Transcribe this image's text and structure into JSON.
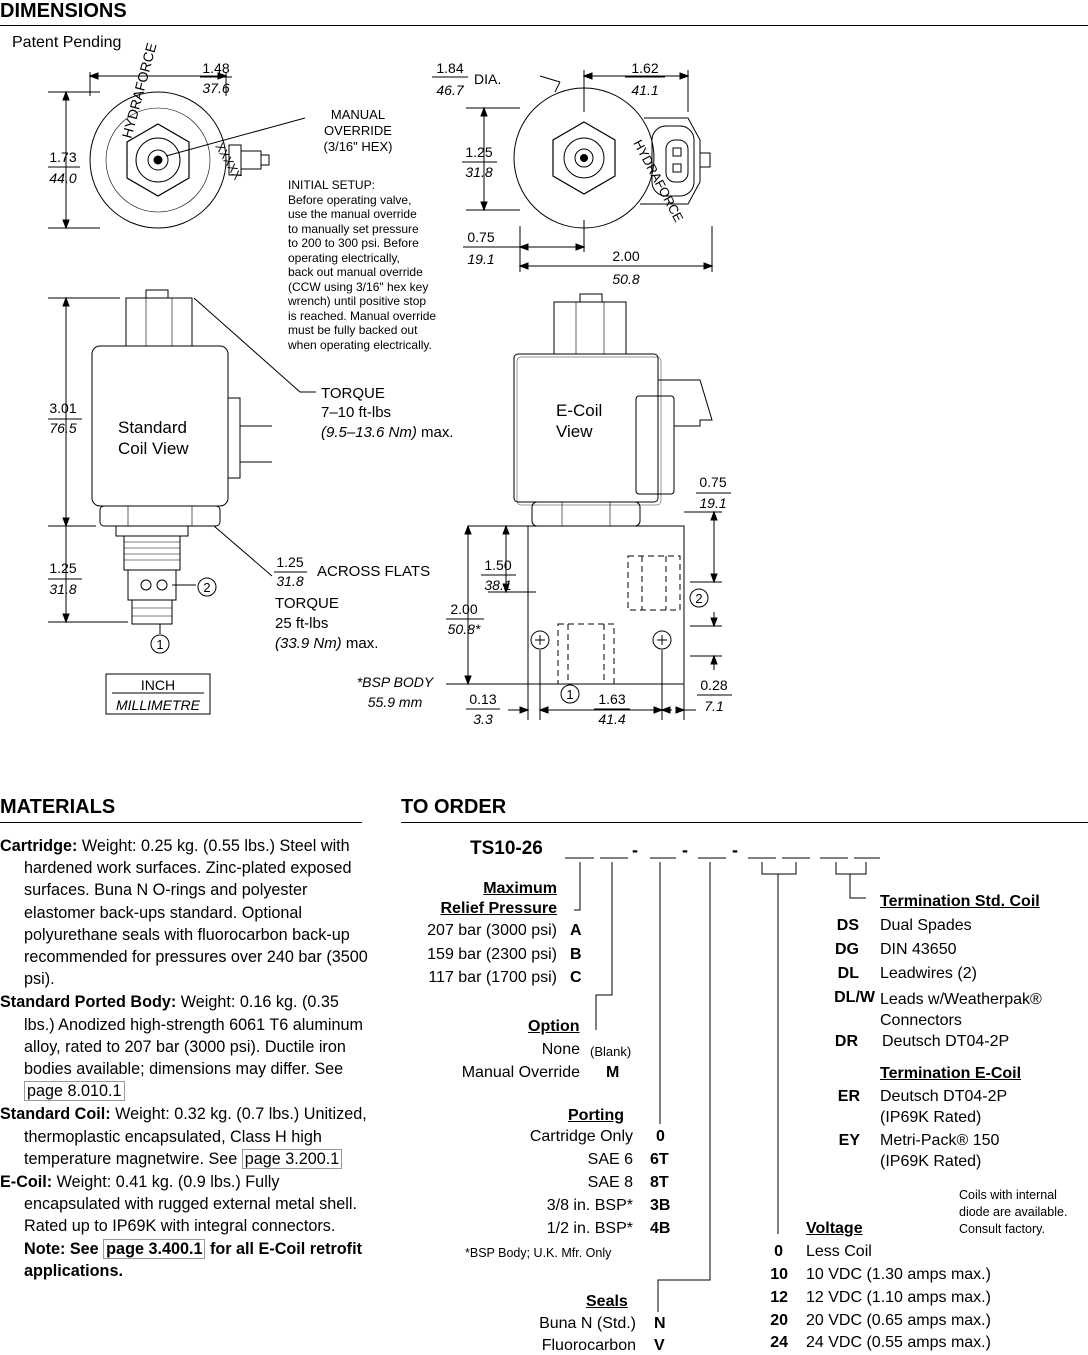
{
  "dimensions": {
    "heading": "DIMENSIONS",
    "patent": "Patent Pending",
    "std_top": {
      "w_in": "1.48",
      "w_mm": "37.6",
      "h_in": "1.73",
      "h_mm": "44.0",
      "brand": "HYDRAFORCE",
      "code": "XXXXX"
    },
    "manual_override": [
      "MANUAL",
      "OVERRIDE",
      "(3/16\" HEX)"
    ],
    "initial_setup": [
      "INITIAL SETUP:",
      "Before operating valve,",
      "use the manual override",
      "to manually set pressure",
      "to 200 to 300 psi. Before",
      "operating electrically,",
      "back out manual override",
      "(CCW using 3/16\" hex key",
      "wrench) until positive stop",
      "is reached. Manual override",
      "must be fully backed out",
      "when operating electrically."
    ],
    "ecoil_top": {
      "dia_in": "1.84",
      "dia_mm": "46.7",
      "dia_label": "DIA.",
      "w_in": "1.62",
      "w_mm": "41.1",
      "h_in": "1.25",
      "h_mm": "31.8",
      "x_in": "0.75",
      "x_mm": "19.1",
      "tw_in": "2.00",
      "tw_mm": "50.8",
      "brand": "HYDRAFORCE"
    },
    "std_side": {
      "h_in": "3.01",
      "h_mm": "76.5",
      "label1": "Standard",
      "label2": "Coil View",
      "c_in": "1.25",
      "c_mm": "31.8"
    },
    "torque1": [
      "TORQUE",
      "7–10 ft-lbs",
      "(9.5–13.6 Nm)",
      " max."
    ],
    "flats": {
      "in": "1.25",
      "mm": "31.8",
      "label": "ACROSS FLATS"
    },
    "torque2": [
      "TORQUE",
      "25 ft-lbs",
      "(33.9 Nm)",
      " max."
    ],
    "ports": {
      "p1": "1",
      "p2": "2"
    },
    "units": {
      "inch": "INCH",
      "mm": "MILLIMETRE"
    },
    "ecoil_side": {
      "label1": "E-Coil",
      "label2": "View",
      "r_in": "0.75",
      "r_mm": "19.1",
      "a_in": "1.50",
      "a_mm": "38.1",
      "b_in": "2.00",
      "b_mm": "50.8*",
      "c_in": "0.13",
      "c_mm": "3.3",
      "d_in": "1.63",
      "d_mm": "41.4",
      "e_in": "0.28",
      "e_mm": "7.1"
    },
    "bsp": [
      "*BSP BODY",
      "55.9 mm"
    ]
  },
  "materials": {
    "heading": "MATERIALS",
    "cartridge_label": "Cartridge:",
    "cartridge_text": " Weight: 0.25 kg. (0.55 lbs.) Steel with hardened work surfaces. Zinc-plated exposed surfaces. Buna N O-rings and polyester elastomer back-ups standard. Optional polyurethane seals with fluorocarbon back-up recommended for pressures over 240 bar (3500 psi).",
    "body_label": "Standard Ported Body:",
    "body_text": " Weight: 0.16 kg. (0.35 lbs.) Anodized high-strength 6061 T6 aluminum alloy, rated to 207 bar (3000 psi). Ductile iron bodies available; dimensions may differ. See ",
    "body_link": "page 8.010.1",
    "coil_label": "Standard Coil:",
    "coil_text": " Weight: 0.32 kg. (0.7 lbs.) Unitized, thermoplastic encapsulated, Class H high temperature magnetwire. See ",
    "coil_link": "page 3.200.1",
    "ecoil_label": "E-Coil:",
    "ecoil_text": " Weight: 0.41 kg. (0.9 lbs.) Fully encapsulated with rugged external metal shell. Rated up to IP69K with integral connectors. ",
    "ecoil_note": "Note: See ",
    "ecoil_link": "page 3.400.1",
    "ecoil_tail": " for all E-Coil retrofit applications."
  },
  "order": {
    "heading": "TO ORDER",
    "model": "TS10-26",
    "pressure": {
      "title1": "Maximum",
      "title2": "Relief Pressure",
      "rows": [
        [
          "207 bar (3000 psi)",
          "A"
        ],
        [
          "159 bar (2300 psi)",
          "B"
        ],
        [
          "117 bar (1700 psi)",
          "C"
        ]
      ]
    },
    "option": {
      "title": "Option",
      "none": "None",
      "blank": "(Blank)",
      "manual": "Manual Override",
      "m": "M"
    },
    "porting": {
      "title": "Porting",
      "rows": [
        [
          "Cartridge Only",
          "0"
        ],
        [
          "SAE 6",
          "6T"
        ],
        [
          "SAE 8",
          "8T"
        ],
        [
          "3/8 in. BSP*",
          "3B"
        ],
        [
          "1/2 in. BSP*",
          "4B"
        ]
      ],
      "note": "*BSP Body; U.K. Mfr. Only"
    },
    "seals": {
      "title": "Seals",
      "rows": [
        [
          "Buna N (Std.)",
          "N"
        ],
        [
          "Fluorocarbon",
          "V"
        ]
      ]
    },
    "term_std": {
      "title": "Termination Std. Coil",
      "rows": [
        [
          "DS",
          "Dual Spades"
        ],
        [
          "DG",
          "DIN 43650"
        ],
        [
          "DL",
          "Leadwires (2)"
        ],
        [
          "DL/W",
          "Leads w/Weatherpak® Connectors"
        ],
        [
          "DR",
          "Deutsch DT04-2P"
        ]
      ]
    },
    "term_e": {
      "title": "Termination E-Coil",
      "rows": [
        [
          "ER",
          "Deutsch DT04-2P",
          "(IP69K Rated)"
        ],
        [
          "EY",
          "Metri-Pack® 150",
          "(IP69K Rated)"
        ]
      ]
    },
    "diode_note": [
      "Coils with internal",
      "diode are available.",
      "Consult factory."
    ],
    "voltage": {
      "title": "Voltage",
      "rows": [
        [
          "0",
          "Less Coil"
        ],
        [
          "10",
          "10 VDC (1.30 amps max.)"
        ],
        [
          "12",
          "12 VDC (1.10 amps max.)"
        ],
        [
          "20",
          "20 VDC (0.65 amps max.)"
        ],
        [
          "24",
          "24 VDC (0.55 amps max.)"
        ]
      ]
    }
  }
}
